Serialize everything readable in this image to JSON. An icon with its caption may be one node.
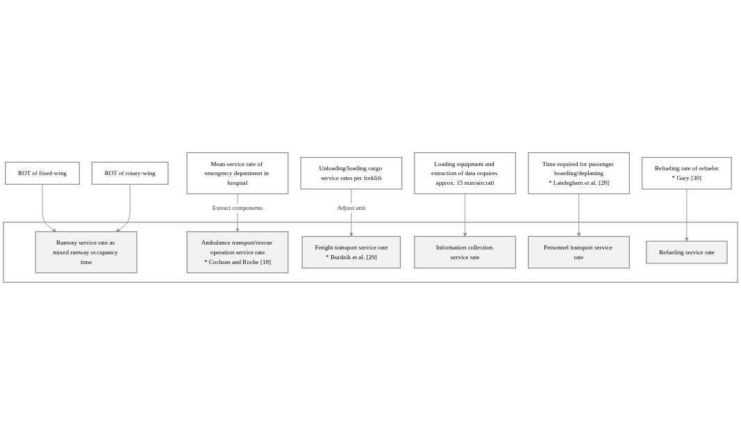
{
  "diagram": {
    "nodes": [
      {
        "text": [
          "ROT of fixed-wing"
        ]
      },
      {
        "text": [
          "ROT of rotary-wing"
        ]
      },
      {
        "text": [
          "Mean service rate of emergency department in hospital"
        ]
      },
      {
        "text": [
          "Unloading/loading cargo service rates per forklift"
        ]
      },
      {
        "text": [],
        "shape": "box"
      },
      {
        "text": [
          "Runway service rate as mixed runway occupancy time"
        ],
        "in": 4
      },
      {
        "text": [
          "Ambulance transport/rescue operation service rate",
          "* Cochran and Roche [18]"
        ],
        "in": 4
      },
      {
        "text": [
          "Freight transport service rate",
          "* Burdzik et al. [29]"
        ],
        "in": 4
      },
      {
        "text": [
          "Information collection service rate"
        ],
        "in": 4
      },
      {
        "text": [
          "Personnel transport service rate"
        ],
        "in": 4
      },
      {
        "text": [
          "Refueling service rate"
        ],
        "in": 4
      },
      {
        "text": [
          "Loading equipment and extraction of data requires approx. 15 min/aircraft"
        ]
      },
      {
        "text": [
          "Time required for passenger boarding/deplaning",
          "* Landeghem et al. [28]"
        ]
      },
      {
        "text": [
          "Refueling rate of refueler",
          "* Gary [30]"
        ]
      }
    ],
    "edges": [
      {
        "from": 0,
        "to": 5,
        "arrow": "to"
      },
      {
        "from": 1,
        "to": 5,
        "arrow": "to"
      },
      {
        "from": 2,
        "to": 6,
        "arrow": "to",
        "label": "Extract components"
      },
      {
        "from": 3,
        "to": 7,
        "arrow": "to",
        "label": "Adjust unit"
      },
      {
        "from": 11,
        "to": 8,
        "arrow": "to"
      },
      {
        "from": 12,
        "to": 9,
        "arrow": "to"
      },
      {
        "from": 13,
        "to": 10,
        "arrow": "to"
      }
    ]
  }
}
